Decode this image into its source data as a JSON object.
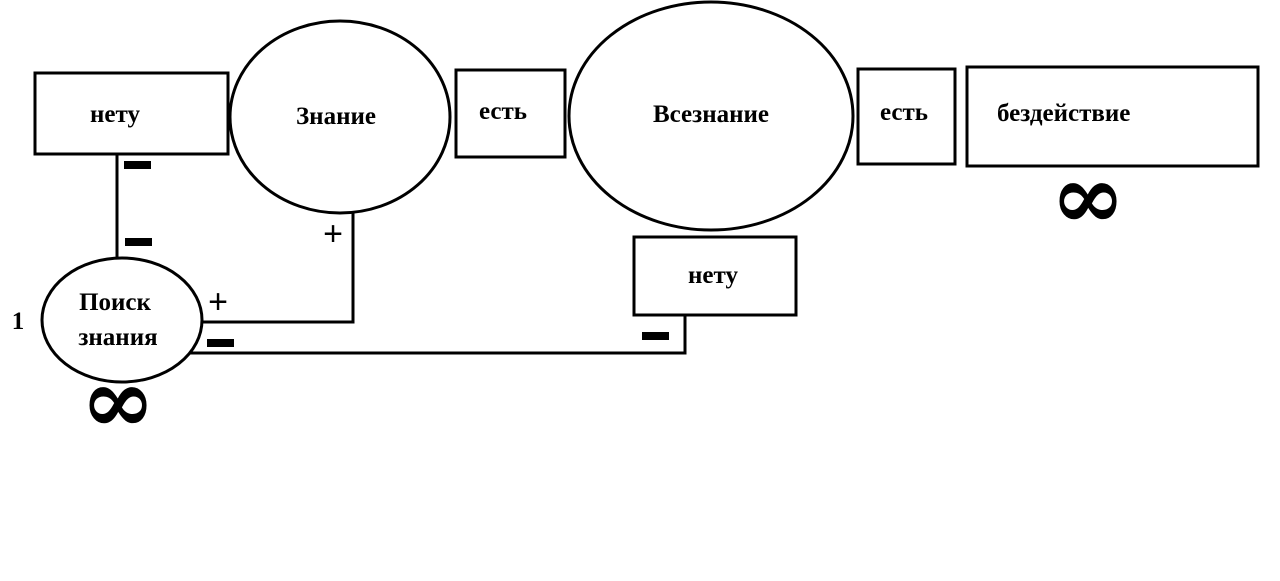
{
  "nodes": {
    "netu_top": "нету",
    "znanie": "Знание",
    "est_1": "есть",
    "vseznanie": "Всезнание",
    "est_2": "есть",
    "bezdeistvie": "бездействие",
    "netu_bottom": "нету",
    "poisk_line1": "Поиск",
    "poisk_line2": "знания"
  },
  "labels": {
    "number": "1",
    "infinity": "∞",
    "plus": "+",
    "minus": "−"
  }
}
